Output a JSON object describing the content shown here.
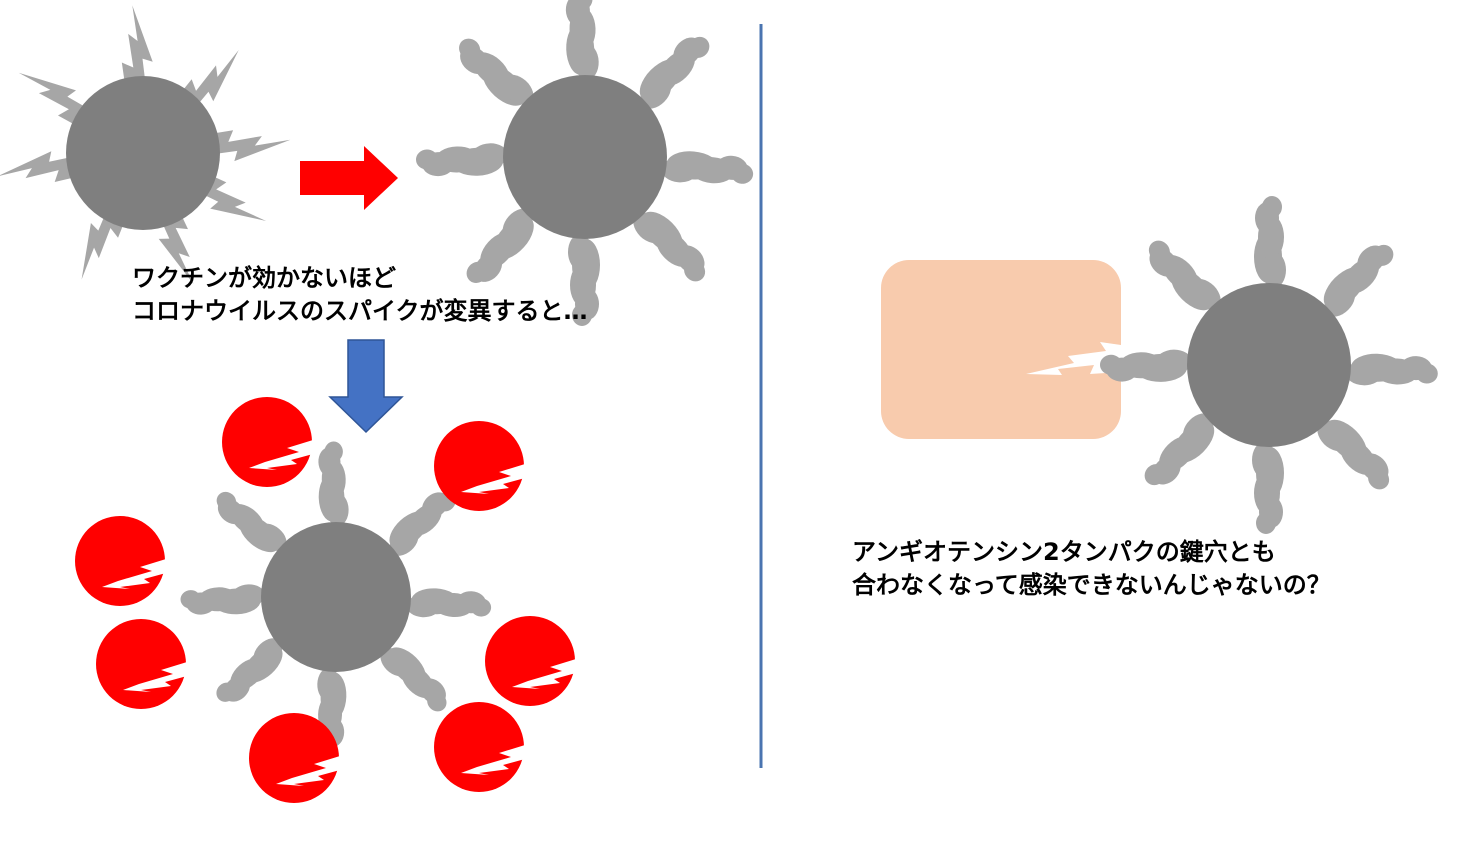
{
  "captions": {
    "left_line1": "ワクチンが効かないほど",
    "left_line2": "コロナウイルスのスパイクが変異すると…",
    "right_line1": "アンギオテンシン2タンパクの鍵穴とも",
    "right_line2": "合わなくなって感染できないんじゃないの？"
  },
  "colors": {
    "virus_body": "#7f7f7f",
    "spike_original": "#a6a6a6",
    "spike_mutated": "#a6a6a6",
    "antibody": "#ff0000",
    "arrow_right": "#ff0000",
    "arrow_down": "#4472c4",
    "receptor": "#f8cbad",
    "divider": "#4a74b0"
  },
  "icons": {
    "virus_original": "virus-lightning-spikes-icon",
    "virus_mutated": "virus-blob-spikes-icon",
    "antibody": "antibody-pacman-icon",
    "receptor": "ace2-receptor-icon"
  }
}
